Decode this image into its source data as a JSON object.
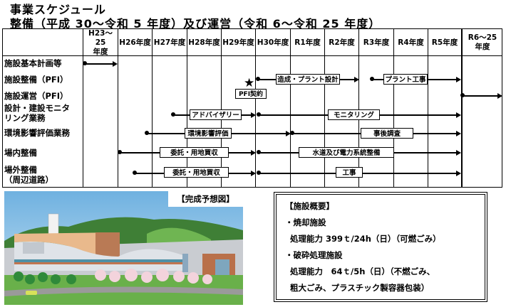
{
  "title": "事業スケジュール",
  "subtitle": "整備（平成 30～令和 5 年度）及び運営（令和 6～令和 25 年度）",
  "schedule": {
    "columns": [
      "H23～25\n年度",
      "H26年度",
      "H27年度",
      "H28年度",
      "H29年度",
      "H30年度",
      "R1年度",
      "R2年度",
      "R3年度",
      "R4年度",
      "R5年度",
      "R6～25\n年度"
    ],
    "column_lines": [
      "H23～25",
      "年度"
    ],
    "column_lines_last": [
      "R6～25",
      "年度"
    ],
    "rows": [
      {
        "label": "施設基本計画等"
      },
      {
        "label": "施設整備（PFI）"
      },
      {
        "label": "施設運営（PFI）"
      },
      {
        "label": "設計・建設モニタ\nリング業務",
        "line1": "設計・建設モニタ",
        "line2": "リング業務"
      },
      {
        "label": "環境影響評価業務"
      },
      {
        "label": "場内整備"
      },
      {
        "label": "場外整備\n（周辺道路）",
        "line1": "場外整備",
        "line2": "（周辺道路）"
      }
    ],
    "bar_labels": {
      "zousei": "造成・プラント設計",
      "plant": "プラント工事",
      "pfi_contract": "PFI契約",
      "advisory": "アドバイザリー",
      "monitoring": "モニタリング",
      "env": "環境影響評価",
      "post_survey": "事後調査",
      "site_purchase": "委託・用地買収",
      "water_power": "水道及び電力系統整備",
      "outside_purchase": "委託・用地買収",
      "construction": "工事"
    },
    "star_icon": "★"
  },
  "photo": {
    "caption": "【完成予想図】"
  },
  "overview": {
    "heading": "【施設概要】",
    "items": [
      "・焼却施設",
      "処理能力 399ｔ/24h（日）（可燃ごみ）",
      "・破砕処理施設",
      "処理能力　64ｔ/5h（日）（不燃ごみ、",
      "粗大ごみ、プラスチック製容器包装）"
    ]
  }
}
